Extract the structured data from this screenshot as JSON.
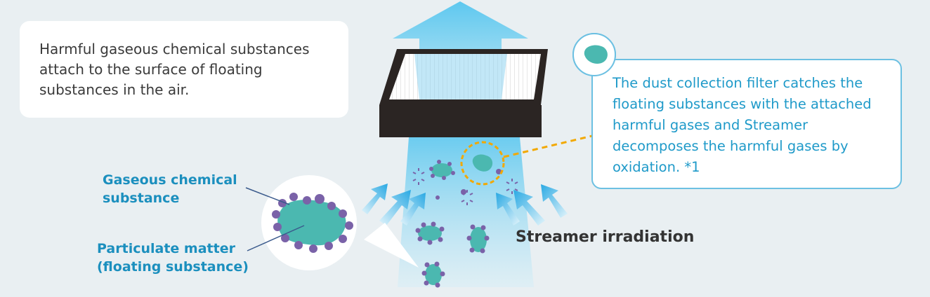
{
  "intro_text": "Harmful gaseous chemical substances attach to the surface of floating substances in the air.",
  "filter_text": "The dust collection filter catches the floating substances with the attached harmful gases and Streamer decomposes the harmful gases by oxidation. *1",
  "labels": {
    "gaseous": "Gaseous chemical substance",
    "particulate": "Particulate matter (floating substance)",
    "streamer": "Streamer irradiation"
  },
  "colors": {
    "background": "#e9eff2",
    "beam": "#5ec8ef",
    "filter_frame": "#2b2523",
    "callout_border": "#6cc0e2",
    "particle": "#4bb8b0",
    "gas_molecule": "#7a62a8",
    "highlight_circle": "#f2a800",
    "label_text": "#1b8fbe"
  }
}
